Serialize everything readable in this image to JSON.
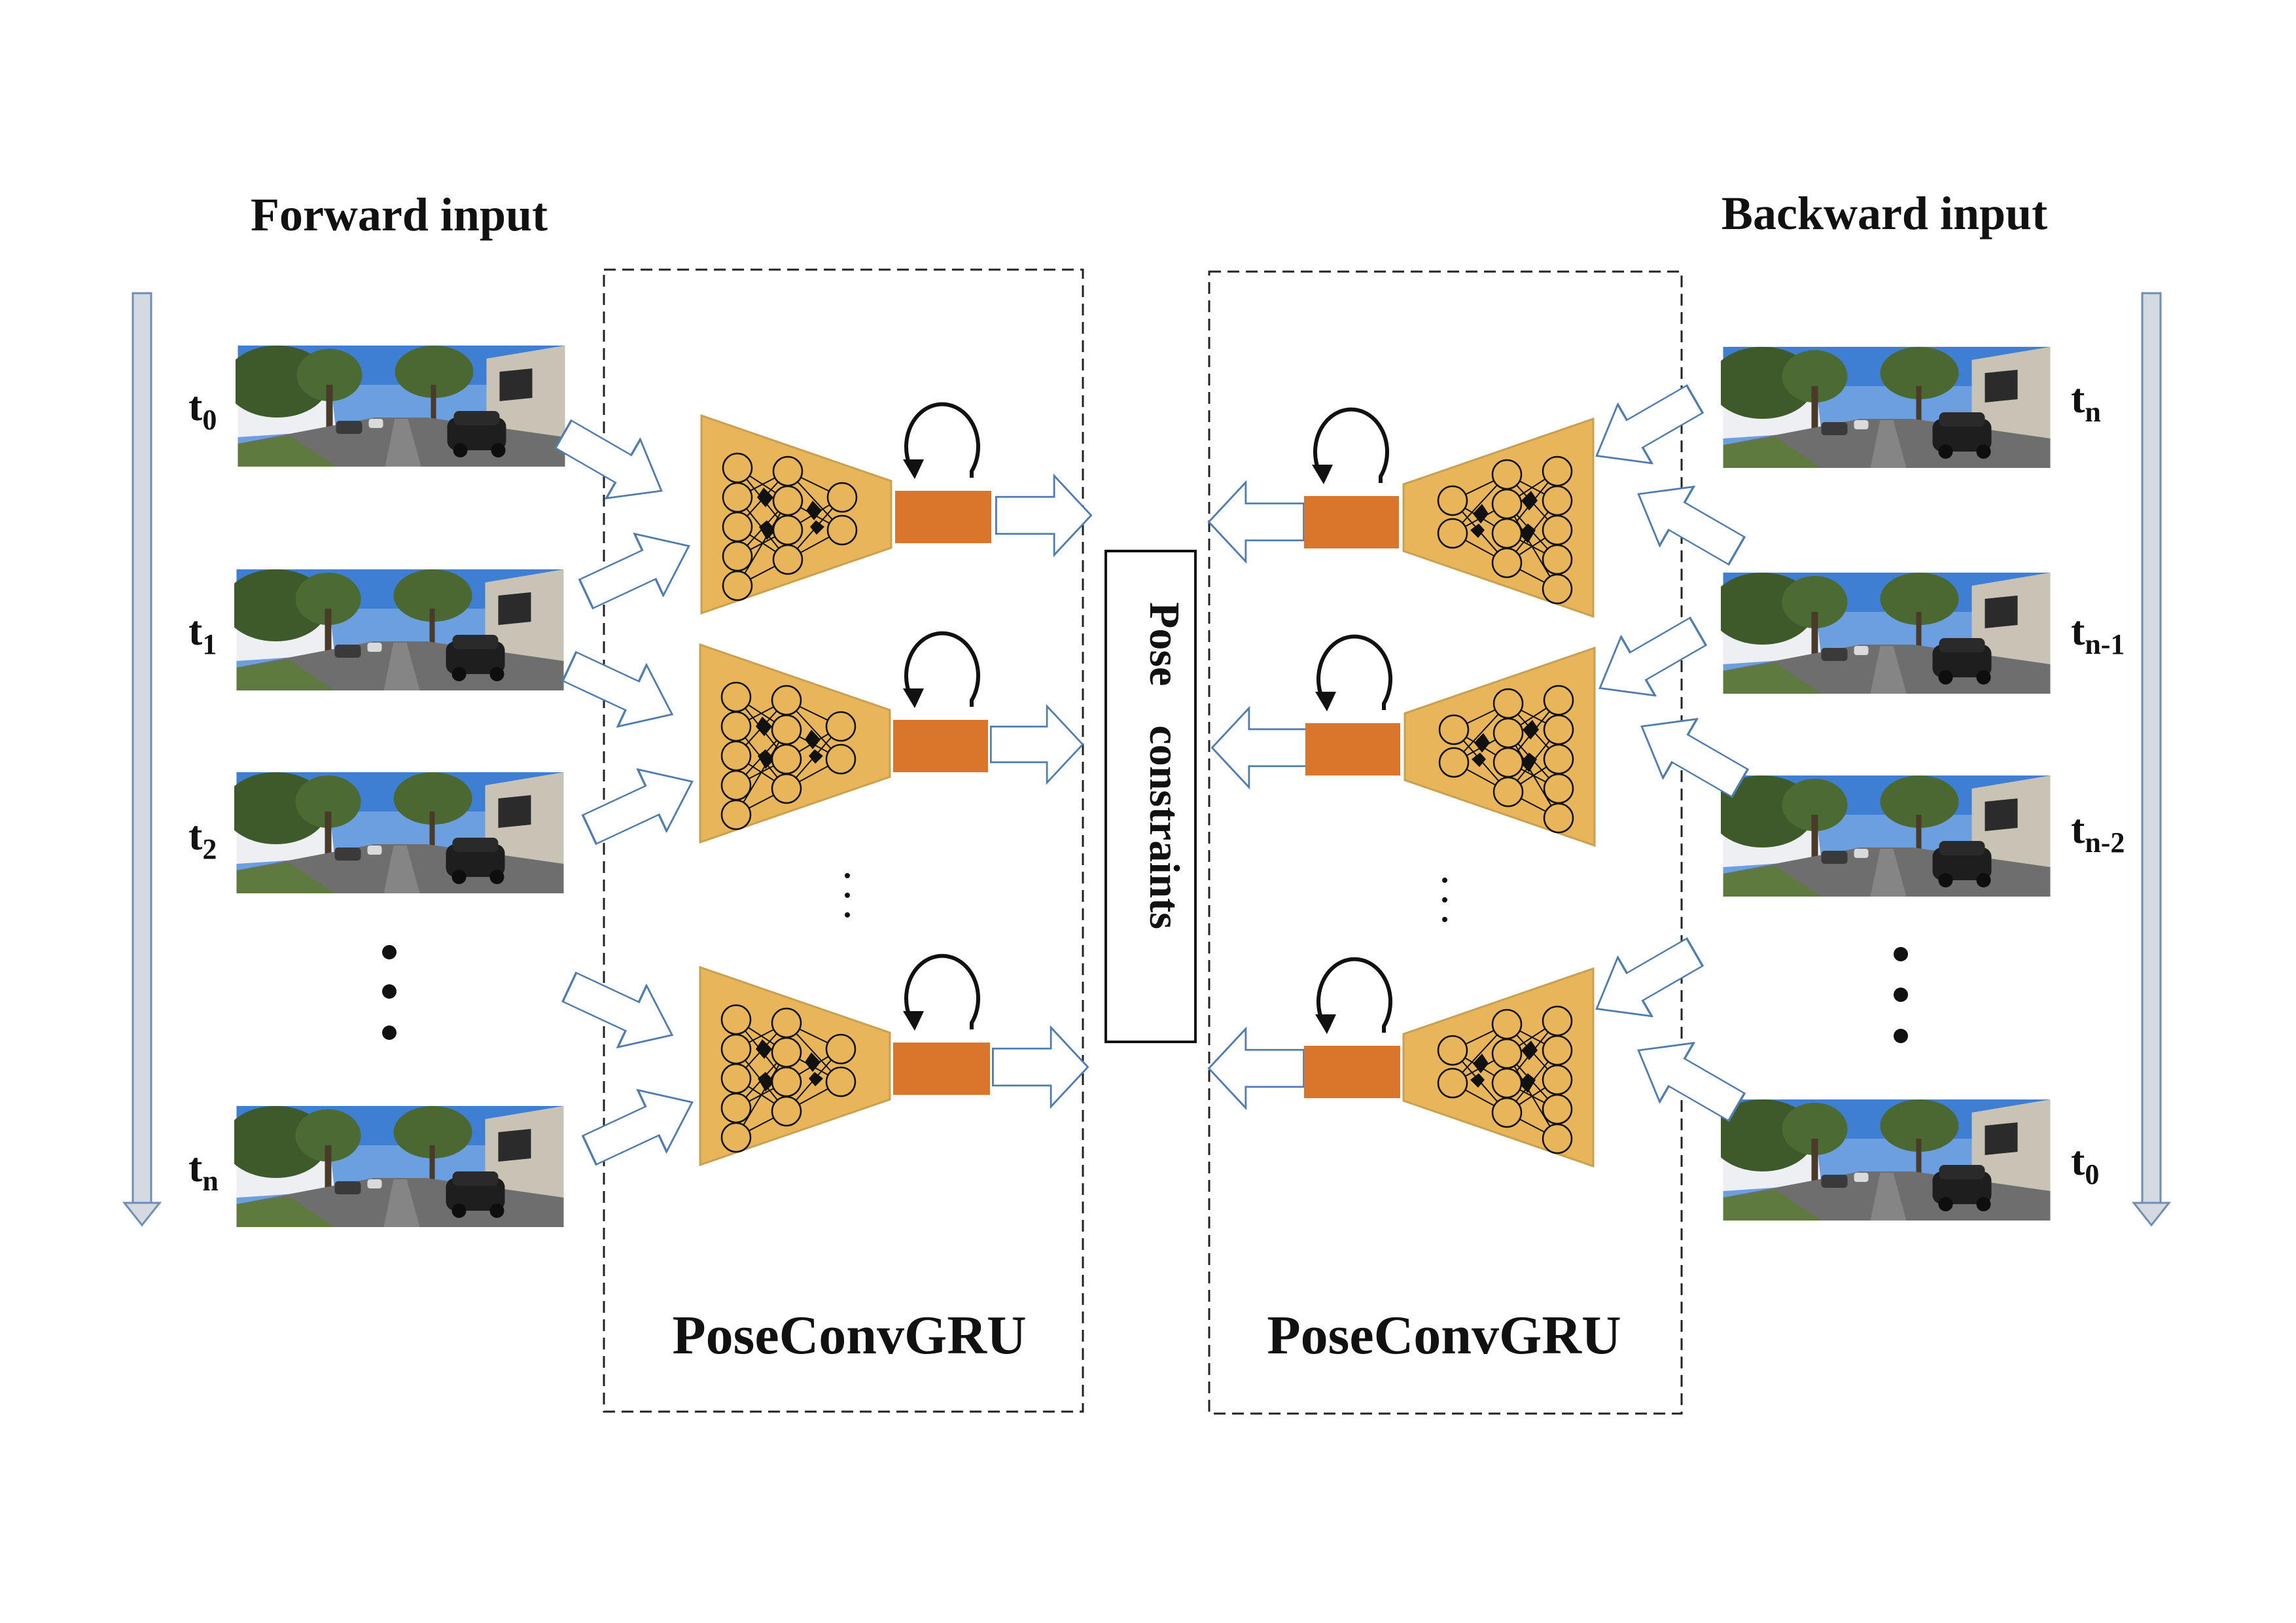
{
  "forward": {
    "title": "Forward input",
    "frames": [
      {
        "base": "t",
        "sub": "0"
      },
      {
        "base": "t",
        "sub": "1"
      },
      {
        "base": "t",
        "sub": "2"
      },
      {
        "base": "t",
        "sub": "n"
      }
    ]
  },
  "backward": {
    "title": "Backward input",
    "frames": [
      {
        "base": "t",
        "sub": "n"
      },
      {
        "base": "t",
        "sub": "n-1"
      },
      {
        "base": "t",
        "sub": "n-2"
      },
      {
        "base": "t",
        "sub": "0"
      }
    ]
  },
  "modules": {
    "left_label": "PoseConvGRU",
    "right_label": "PoseConvGRU"
  },
  "pose_constraints": {
    "word1": "Pose",
    "word2": "constraints"
  },
  "colors": {
    "encoder_fill": "#E8B55A",
    "encoder_stroke": "#C9A050",
    "gru_fill": "#D9762C",
    "arrow_stroke": "#4F7DB0",
    "timeline_fill": "#D5D9E0",
    "timeline_stroke": "#6E8FB5",
    "sky": "#4F8FD8",
    "road": "#7A7A7A"
  }
}
